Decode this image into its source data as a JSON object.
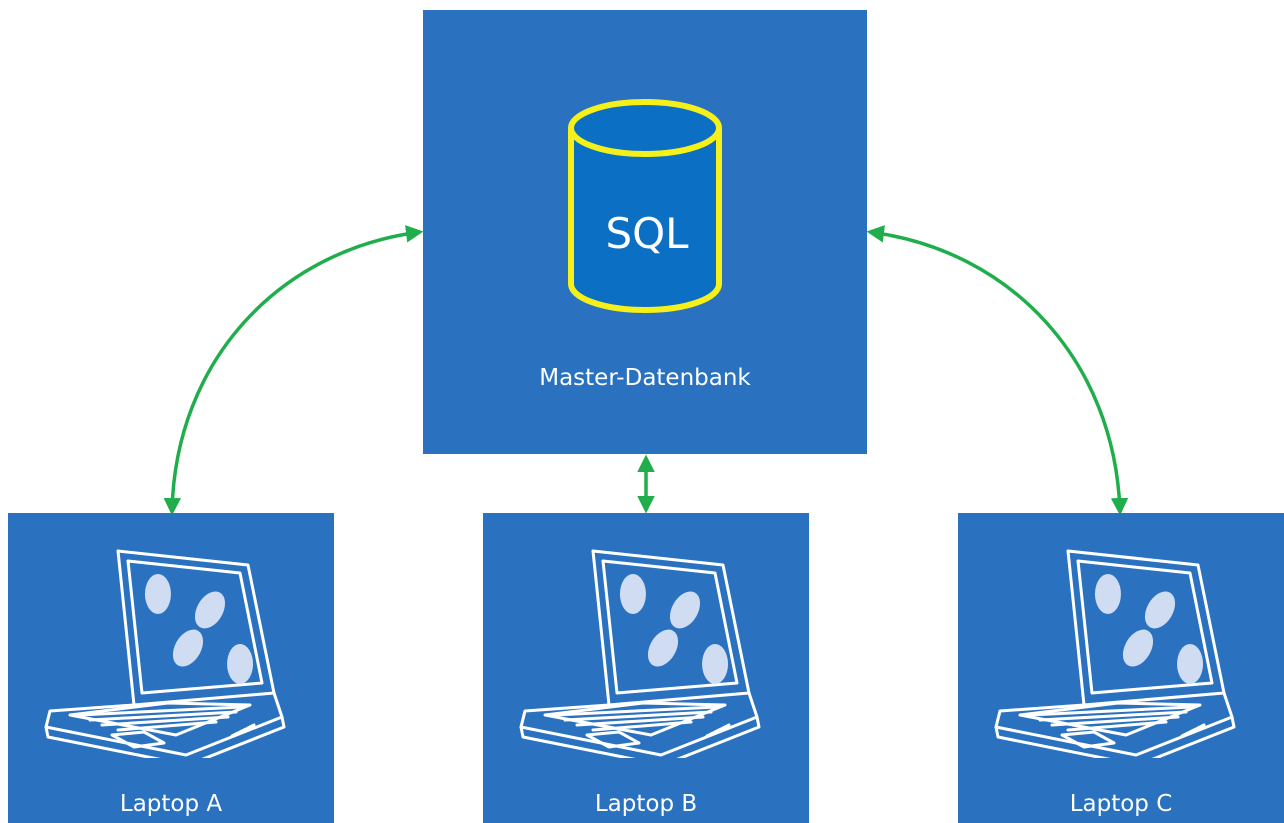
{
  "colors": {
    "box": "#2a72bf",
    "connector": "#1fae4b",
    "db_fill": "#0b6fc4",
    "db_stroke": "#f5f01a",
    "line_art": "#ffffff",
    "logo_fill": "#cfdcf2"
  },
  "master": {
    "icon": "sql-database-icon",
    "icon_text": "SQL",
    "label": "Master-Datenbank"
  },
  "laptops": [
    {
      "label": "Laptop A",
      "icon": "laptop-icon"
    },
    {
      "label": "Laptop B",
      "icon": "laptop-icon"
    },
    {
      "label": "Laptop C",
      "icon": "laptop-icon"
    }
  ],
  "connectors": [
    {
      "from": "Master-Datenbank",
      "to": "Laptop A",
      "direction": "bidirectional"
    },
    {
      "from": "Master-Datenbank",
      "to": "Laptop B",
      "direction": "bidirectional"
    },
    {
      "from": "Master-Datenbank",
      "to": "Laptop C",
      "direction": "bidirectional"
    }
  ]
}
